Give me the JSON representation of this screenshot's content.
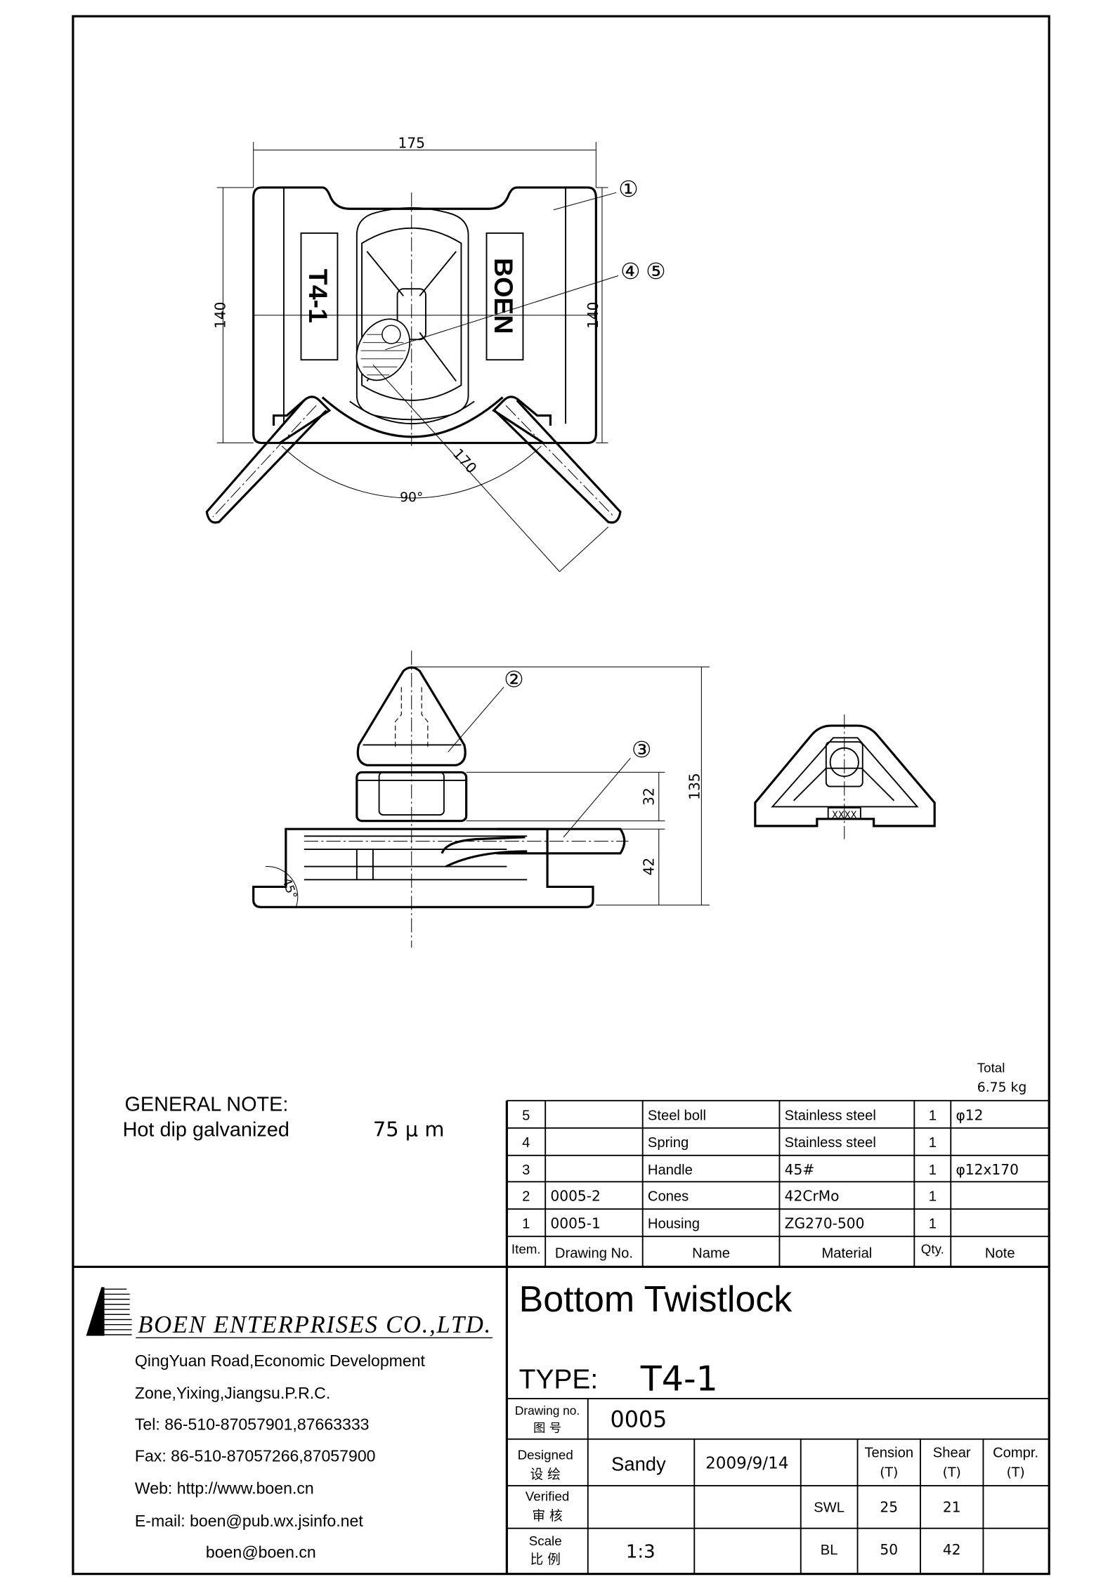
{
  "drawing": {
    "top_view": {
      "dim_width": "175",
      "dim_height_left": "140",
      "dim_height_right": "140",
      "dim_handle": "170",
      "dim_angle": "90°",
      "marking_left": "T4-1",
      "marking_right": "BOEN",
      "balloon_1": "①",
      "balloon_4": "④",
      "balloon_5": "⑤"
    },
    "side_view": {
      "dim_total": "135",
      "dim_upper": "32",
      "dim_lower": "42",
      "dim_angle": "45°",
      "balloon_2": "②",
      "balloon_3": "③"
    },
    "end_view": {
      "plate_text": "XXXX"
    }
  },
  "note": {
    "title": "GENERAL  NOTE:",
    "text": "Hot  dip  galvanized",
    "thickness": "75 μ m"
  },
  "weight": {
    "label": "Total",
    "value": "6.75  kg"
  },
  "parts_table": {
    "headers": {
      "item": "Item.",
      "drawing_no": "Drawing  No.",
      "name": "Name",
      "material": "Material",
      "qty": "Qty.",
      "note": "Note"
    },
    "rows": [
      {
        "item": "5",
        "drawing_no": "",
        "name": "Steel  boll",
        "material": "Stainless steel",
        "qty": "1",
        "note": "φ12"
      },
      {
        "item": "4",
        "drawing_no": "",
        "name": "Spring",
        "material": "Stainless steel",
        "qty": "1",
        "note": ""
      },
      {
        "item": "3",
        "drawing_no": "",
        "name": "Handle",
        "material": "45#",
        "qty": "1",
        "note": "φ12x170"
      },
      {
        "item": "2",
        "drawing_no": "0005-2",
        "name": "Cones",
        "material": "42CrMo",
        "qty": "1",
        "note": ""
      },
      {
        "item": "1",
        "drawing_no": "0005-1",
        "name": "Housing",
        "material": "ZG270-500",
        "qty": "1",
        "note": ""
      }
    ]
  },
  "company": {
    "name": "BOEN ENTERPRISES CO.,LTD.",
    "address_1": "QingYuan  Road,Economic  Development",
    "address_2": "Zone,Yixing,Jiangsu.P.R.C.",
    "tel": "Tel:  86-510-87057901,87663333",
    "fax": "Fax:  86-510-87057266,87057900",
    "web": "Web:  http://www.boen.cn",
    "email_1": "E-mail:  boen@pub.wx.jsinfo.net",
    "email_2": "boen@boen.cn"
  },
  "title_block": {
    "title": "Bottom  Twistlock",
    "type_label": "TYPE:",
    "type_value": "T4-1",
    "drawing_no_label_en": "Drawing no.",
    "drawing_no_label_cn": "图 号",
    "drawing_no": "0005",
    "designed_label_en": "Designed",
    "designed_label_cn": "设 绘",
    "designer": "Sandy",
    "date": "2009/9/14",
    "verified_label_en": "Verified",
    "verified_label_cn": "审 核",
    "scale_label_en": "Scale",
    "scale_label_cn": "比 例",
    "scale": "1:3",
    "col_tension": "Tension",
    "col_shear": "Shear",
    "col_compr": "Compr.",
    "unit": "(T)",
    "swl_label": "SWL",
    "swl_tension": "25",
    "swl_shear": "21",
    "bl_label": "BL",
    "bl_tension": "50",
    "bl_shear": "42"
  }
}
